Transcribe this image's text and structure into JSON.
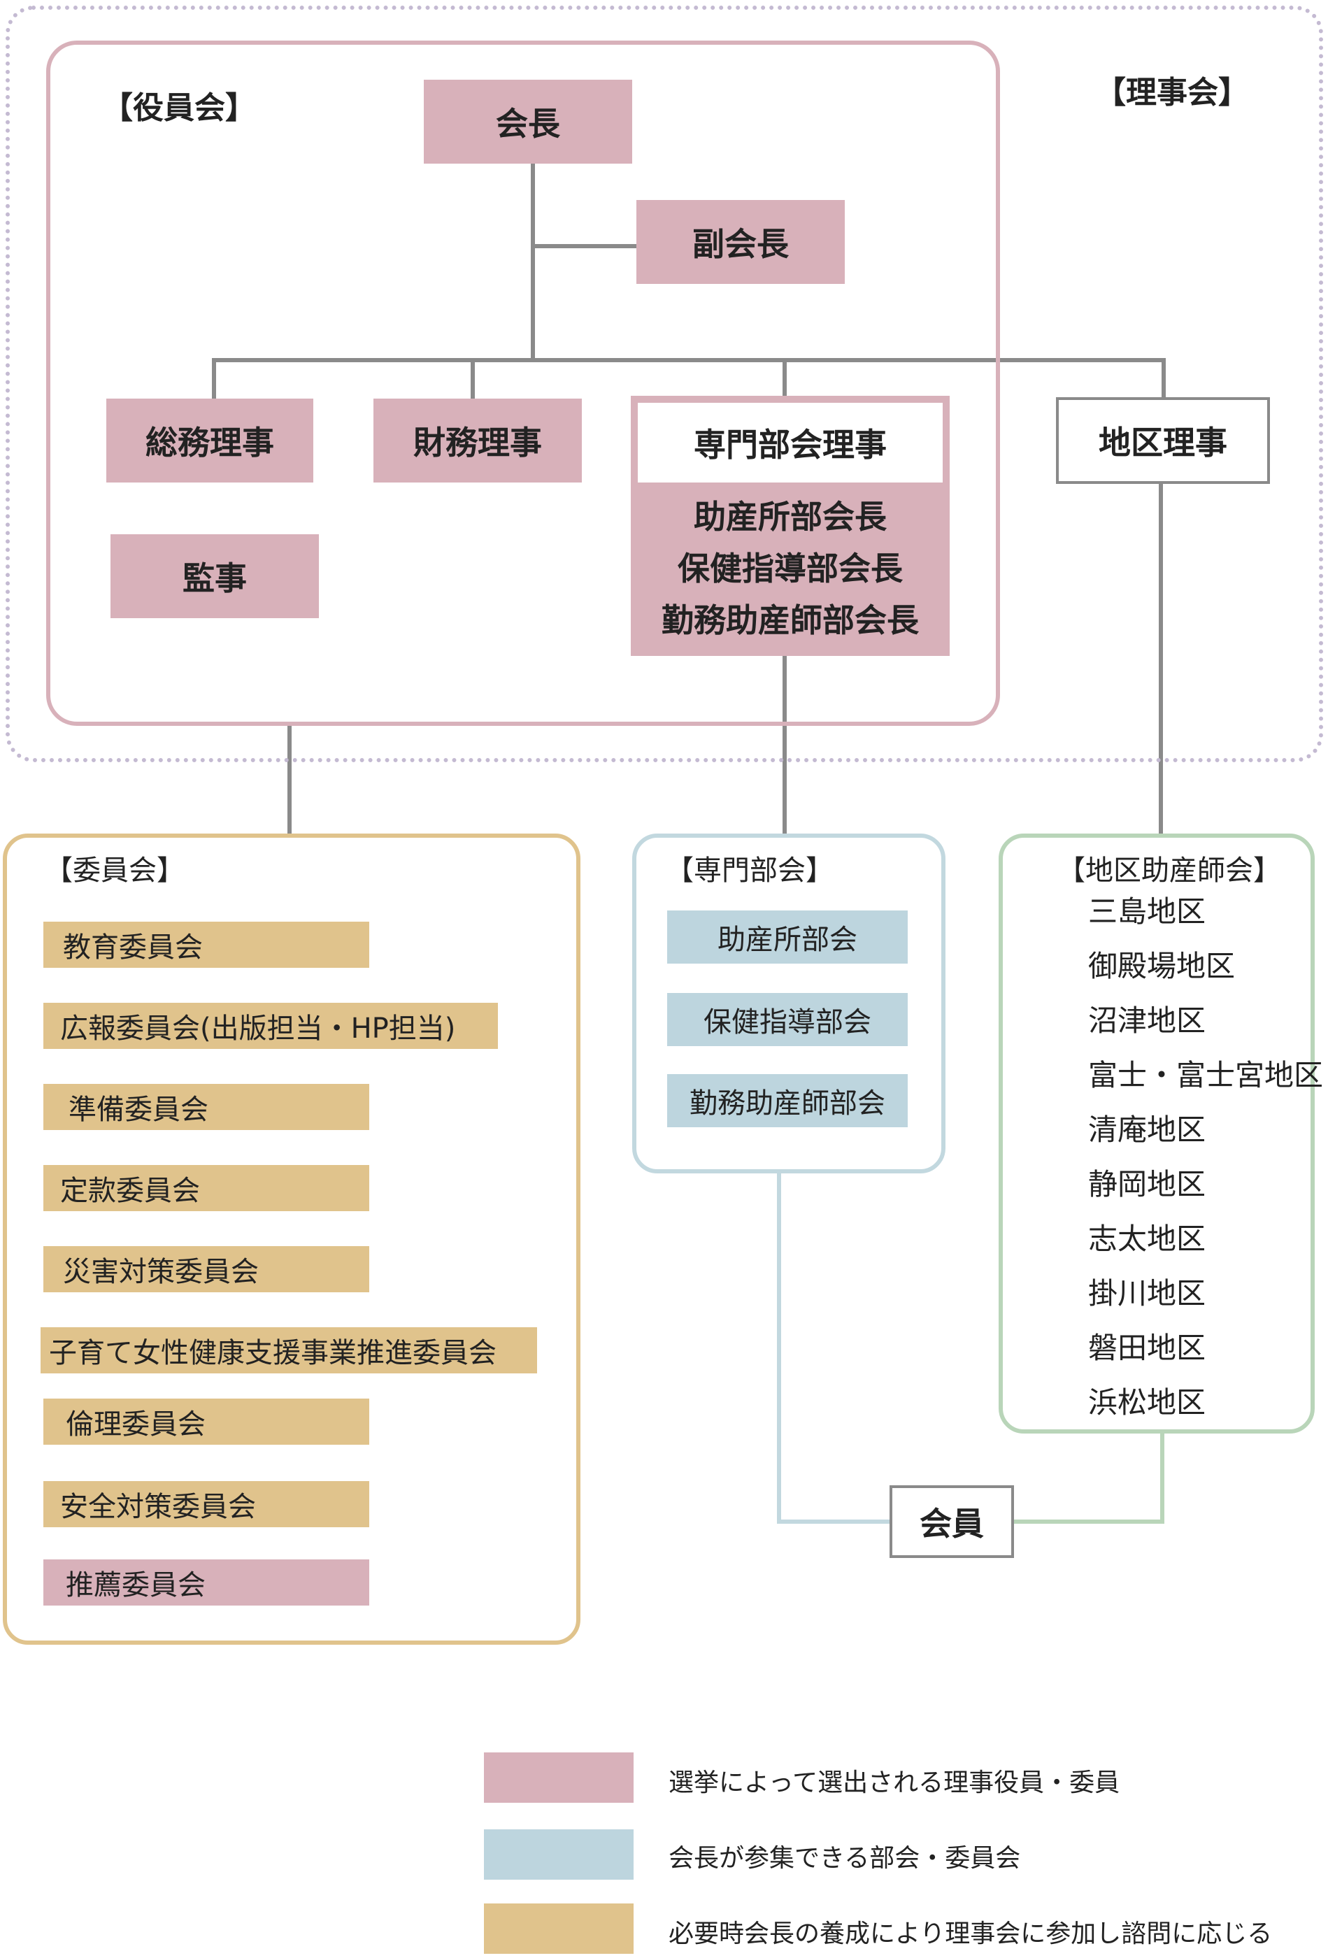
{
  "board_label": "【理事会】",
  "officers": {
    "label": "【役員会】",
    "president": "会長",
    "vice_president": "副会長",
    "general_affairs": "総務理事",
    "finance": "財務理事",
    "auditor": "監事",
    "specialty_director": "専門部会理事",
    "specialty_chairs": [
      "助産所部会長",
      "保健指導部会長",
      "勤務助産師部会長"
    ],
    "district_director": "地区理事"
  },
  "committees": {
    "label": "【委員会】",
    "items": [
      {
        "text": "教育委員会",
        "kind": "tan"
      },
      {
        "text": "広報委員会(出版担当・HP担当)",
        "kind": "tan"
      },
      {
        "text": "準備委員会",
        "kind": "tan"
      },
      {
        "text": "定款委員会",
        "kind": "tan"
      },
      {
        "text": "災害対策委員会",
        "kind": "tan"
      },
      {
        "text": "子育て女性健康支援事業推進委員会",
        "kind": "tan"
      },
      {
        "text": "倫理委員会",
        "kind": "tan"
      },
      {
        "text": "安全対策委員会",
        "kind": "tan"
      },
      {
        "text": "推薦委員会",
        "kind": "pink"
      }
    ]
  },
  "specialty": {
    "label": "【専門部会】",
    "items": [
      "助産所部会",
      "保健指導部会",
      "勤務助産師部会"
    ]
  },
  "districts": {
    "label": "【地区助産師会】",
    "items": [
      "三島地区",
      "御殿場地区",
      "沼津地区",
      "富士・富士宮地区",
      "清庵地区",
      "静岡地区",
      "志太地区",
      "掛川地区",
      "磐田地区",
      "浜松地区"
    ]
  },
  "members": "会員",
  "legend": [
    {
      "text": "選挙によって選出される理事役員・委員",
      "color": "#d8b1ba"
    },
    {
      "text": "会長が参集できる部会・委員会",
      "color": "#bdd5de"
    },
    {
      "text": "必要時会長の養成により理事会に参加し諮問に応じる",
      "color": "#e0c38c"
    }
  ],
  "colors": {
    "elected": "#d8b1ba",
    "convened": "#bdd5de",
    "advisory": "#e0c38c",
    "line": "#8a8a8a"
  }
}
